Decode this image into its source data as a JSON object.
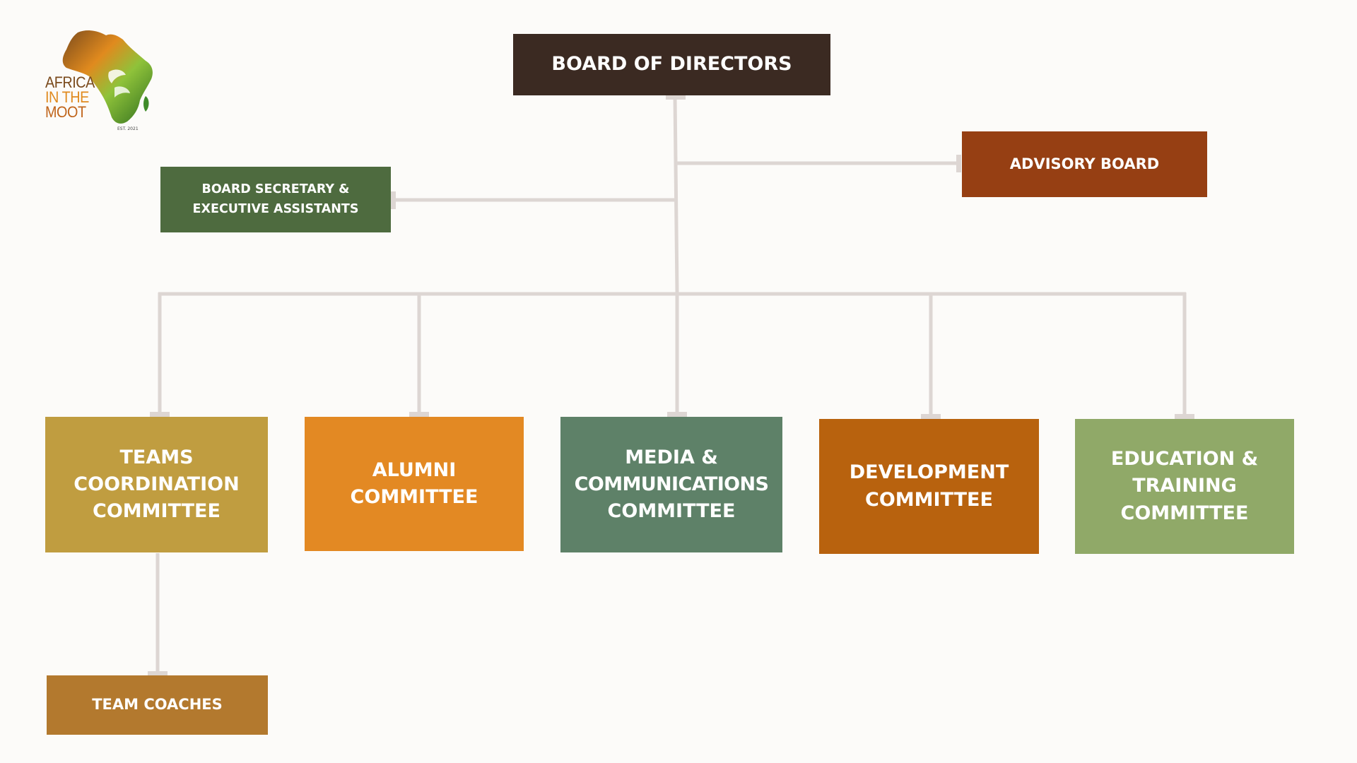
{
  "logo": {
    "line1": "AFRICA",
    "line2": "IN THE",
    "line3": "MOOT",
    "est": "EST. 2021",
    "colors": {
      "brown": "#7a4a1c",
      "orange": "#e08a1e",
      "green": "#3f8b2a"
    }
  },
  "org_chart": {
    "board_of_directors": "BOARD OF DIRECTORS",
    "advisory_board": "ADVISORY BOARD",
    "board_secretary": {
      "line1": "BOARD SECRETARY &",
      "line2": "EXECUTIVE ASSISTANTS"
    },
    "committees": [
      {
        "line1": "TEAMS",
        "line2": "COORDINATION",
        "line3": "COMMITTEE"
      },
      {
        "line1": "ALUMNI",
        "line2": "COMMITTEE"
      },
      {
        "line1": "MEDIA &",
        "line2": "COMMUNICATIONS",
        "line3": "COMMITTEE"
      },
      {
        "line1": "DEVELOPMENT",
        "line2": "COMMITTEE"
      },
      {
        "line1": "EDUCATION &",
        "line2": "TRAINING",
        "line3": "COMMITTEE"
      }
    ],
    "team_coaches": "TEAM COACHES"
  },
  "colors": {
    "background": "#fcfbf9",
    "connector": "#ddd6d3",
    "board_of_directors": "#3b2a22",
    "advisory_board": "#963f13",
    "board_secretary": "#4e6b3f",
    "teams_coordination": "#c09d40",
    "alumni": "#e38923",
    "media": "#5e8168",
    "development": "#b8620e",
    "education": "#90a968",
    "team_coaches": "#b3792e"
  }
}
